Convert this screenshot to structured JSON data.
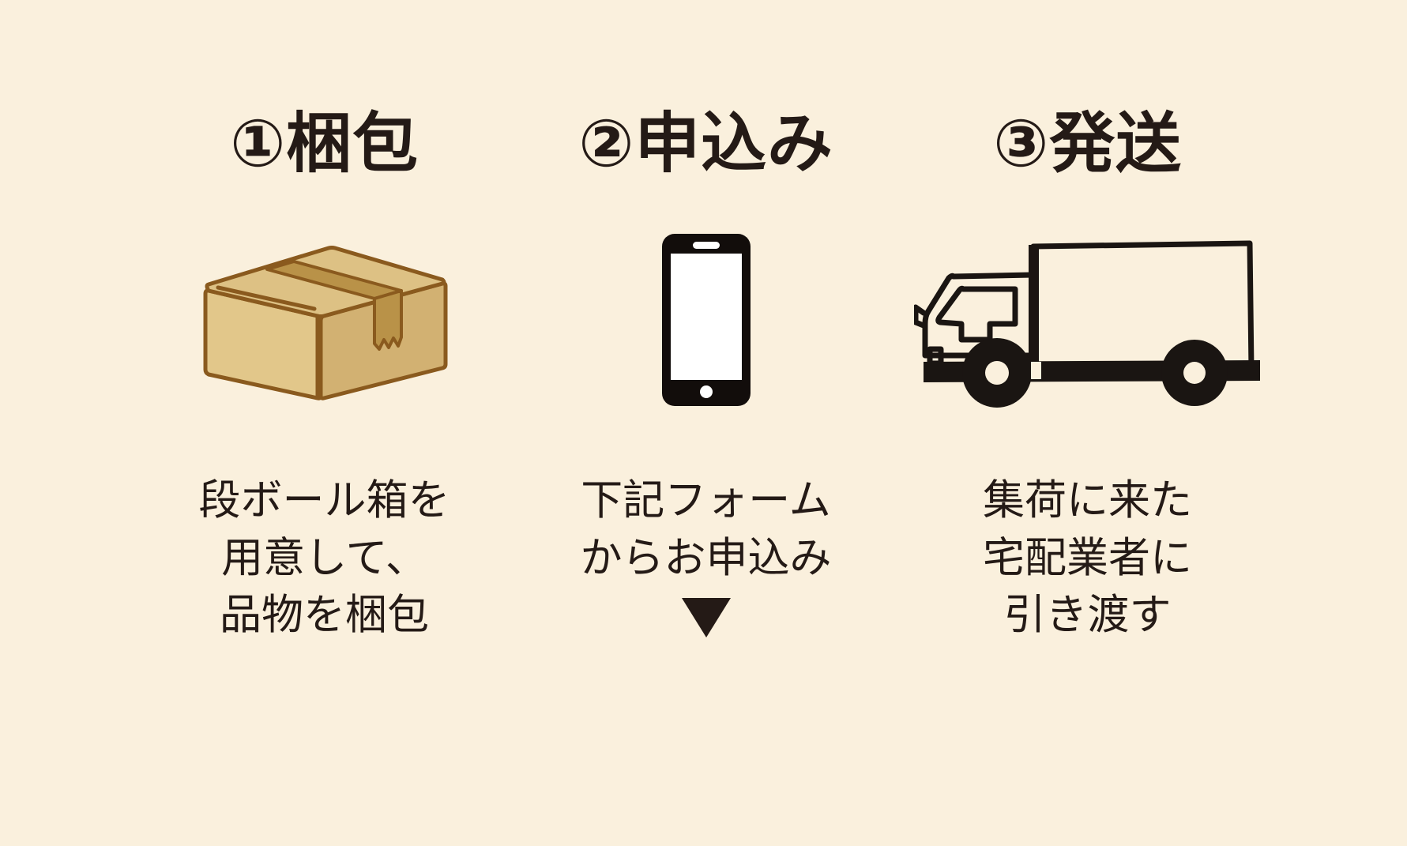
{
  "page": {
    "background_color": "#faf0dd",
    "ink_color": "#241a16"
  },
  "steps": [
    {
      "id": "packing",
      "title": "①梱包",
      "icon": "cardboard-box-illustration",
      "caption_lines": [
        "段ボール箱を",
        "用意して、",
        "品物を梱包"
      ],
      "has_arrow": false,
      "colors": {
        "box_face_light": "#e0c585",
        "box_face_top": "#dcc184",
        "box_face_side": "#cfae6a",
        "box_tape": "#b99248",
        "box_outline": "#8a5a1e"
      }
    },
    {
      "id": "apply",
      "title": "②申込み",
      "icon": "smartphone-illustration",
      "caption_lines": [
        "下記フォーム",
        "からお申込み"
      ],
      "has_arrow": true,
      "arrow_glyph": "▼",
      "colors": {
        "phone_body": "#120d0b",
        "phone_screen": "#ffffff"
      }
    },
    {
      "id": "ship",
      "title": "③発送",
      "icon": "delivery-truck-illustration",
      "caption_lines": [
        "集荷に来た",
        "宅配業者に",
        "引き渡す"
      ],
      "has_arrow": false,
      "colors": {
        "truck_ink": "#1a1512",
        "truck_fill": "#faf0dd"
      }
    }
  ]
}
